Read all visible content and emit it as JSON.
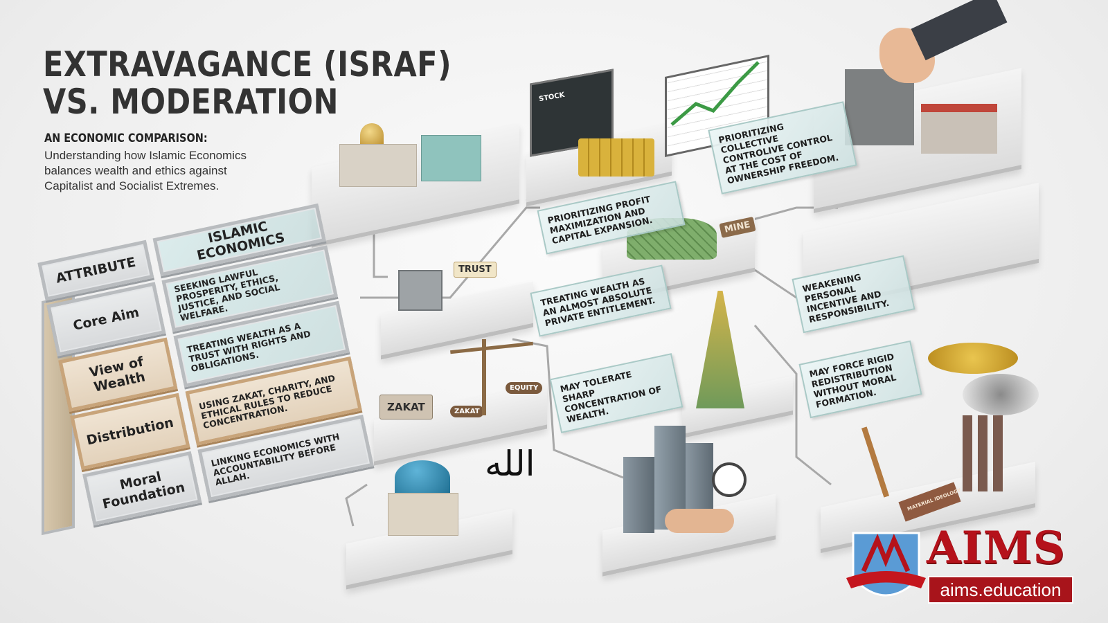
{
  "header": {
    "title_line1": "EXTRAVAGANCE (ISRAF)",
    "title_line2": "VS. MODERATION",
    "subheading": "AN ECONOMIC COMPARISON:",
    "subtext": "Understanding how Islamic Economics balances wealth and ethics against Capitalist and Socialist Extremes."
  },
  "table": {
    "headers": [
      "ATTRIBUTE",
      "ISLAMIC ECONOMICS"
    ],
    "rows": [
      {
        "attribute": "Core Aim",
        "islamic": "SEEKING LAWFUL PROSPERITY, ETHICS, JUSTICE, AND SOCIAL WELFARE."
      },
      {
        "attribute": "View of Wealth",
        "islamic": "TREATING WEALTH AS A TRUST WITH RIGHTS AND OBLIGATIONS."
      },
      {
        "attribute": "Distribution",
        "islamic": "USING ZAKAT, CHARITY, AND ETHICAL RULES TO REDUCE CONCENTRATION."
      },
      {
        "attribute": "Moral Foundation",
        "islamic": "LINKING ECONOMICS WITH ACCOUNTABILITY BEFORE ALLAH."
      }
    ]
  },
  "capitalist_cards": [
    "PRIORITIZING PROFIT MAXIMIZATION AND CAPITAL EXPANSION.",
    "TREATING WEALTH AS AN ALMOST ABSOLUTE PRIVATE ENTITLEMENT.",
    "MAY TOLERATE SHARP CONCENTRATION OF WEALTH."
  ],
  "socialist_cards": [
    "PRIORITIZING COLLECTIVE CONTROLIVE CONTROL AT THE COST OF OWNERSHIP FREEDOM.",
    "WEAKENING PERSONAL INCENTIVE AND RESPONSIBILITY.",
    "MAY FORCE RIGID REDISTRIBUTION WITHOUT MORAL FORMATION."
  ],
  "illustration_labels": {
    "stock": "STOCK",
    "trust": "TRUST",
    "zakat": "ZAKAT",
    "zakat_tag": "ZAKAT",
    "equity": "EQUITY",
    "mine": "MINE",
    "book": "MATERIAL IDEOLOGY",
    "calligraphy": "الله"
  },
  "logo": {
    "name": "AIMS",
    "url": "aims.education"
  },
  "colors": {
    "brand_red": "#b5121b",
    "glass": "#cfe3e2",
    "gold_frame": "#c8a47a",
    "text": "#2f2f2f"
  }
}
